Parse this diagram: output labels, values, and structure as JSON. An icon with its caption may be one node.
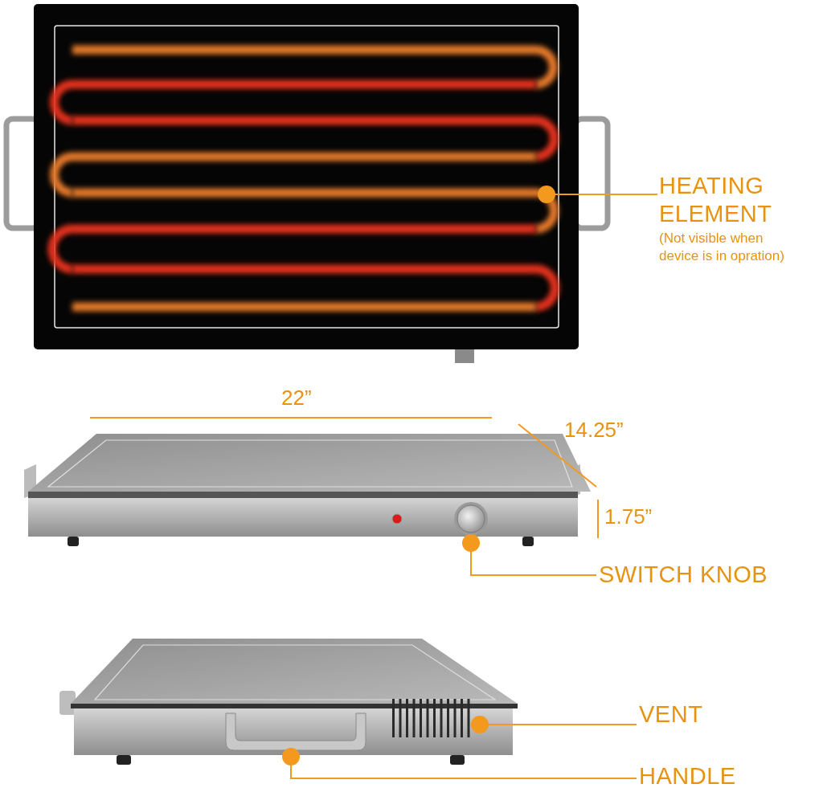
{
  "diagram": {
    "nodes": [
      {
        "text": [
          "HEATING ELEMENT",
          "(Not visible when device is in opration)"
        ]
      },
      {
        "text": [],
        "shape": "picture"
      },
      {
        "text": [
          "SWITCH KNOB"
        ]
      },
      {
        "text": [],
        "shape": "picture"
      },
      {
        "text": [
          "VENT"
        ]
      },
      {
        "text": [],
        "shape": "picture"
      },
      {
        "text": [
          "HANDLE"
        ]
      },
      {
        "text": [],
        "shape": "picture"
      }
    ],
    "edges": [
      {
        "from": 0,
        "to": 1,
        "arrow": "other"
      },
      {
        "from": 2,
        "to": 3,
        "arrow": "other"
      },
      {
        "from": 4,
        "to": 5,
        "arrow": "other"
      },
      {
        "from": 6,
        "to": 7,
        "arrow": "other"
      }
    ],
    "labels": [
      "22”",
      "14.25”",
      "1.75”"
    ]
  }
}
